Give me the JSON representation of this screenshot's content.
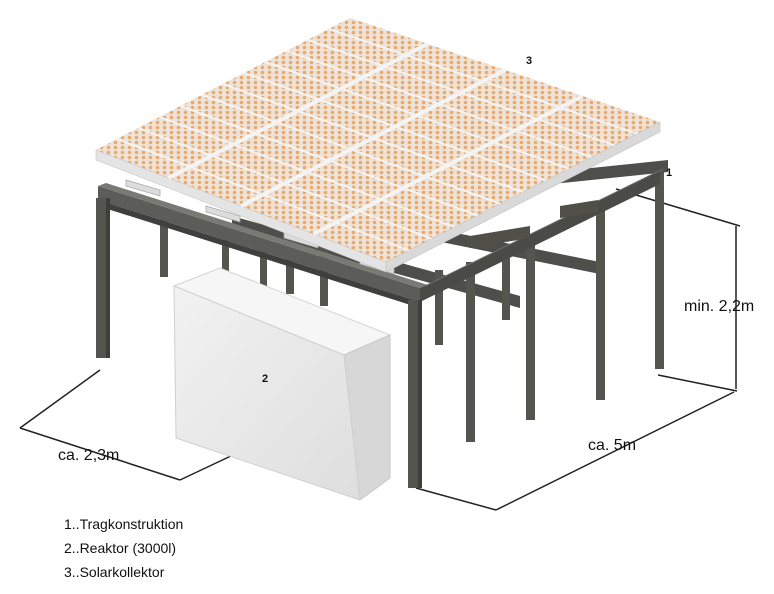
{
  "callouts": {
    "structure_number": "1",
    "reactor_number": "2",
    "collector_number": "3"
  },
  "dimensions": {
    "height": "min. 2,2m",
    "length": "ca. 5m",
    "width": "ca. 2,3m"
  },
  "legend": [
    "1..Tragkonstruktion",
    "2..Reaktor (3000l)",
    "3..Solarkollektor"
  ],
  "colors": {
    "steel": "#5b5b58",
    "steel_dark": "#3f3f3d",
    "panel_frame": "#e6e6e6",
    "panel_tubes": "#e8b07a",
    "reactor": "#e9e9e9"
  }
}
